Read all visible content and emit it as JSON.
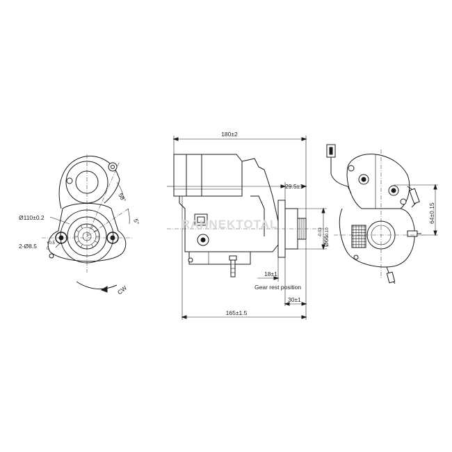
{
  "watermark": "RAHNEKTOTAL",
  "left_view": {
    "dim_flange_diameter": "Ø110±0.2",
    "dim_hole_diameter": "2-Ø8.5",
    "dim_hole_tol_upper": "+0.5",
    "dim_hole_tol_lower": "0",
    "angle_a": "58°",
    "angle_b": "5°",
    "rotation": "CW"
  },
  "side_view": {
    "dim_overall_length": "180±2",
    "dim_flange_offset": "29.5±1",
    "dim_pilot_diameter": "Ø66",
    "dim_pilot_tol_upper": "-0.03",
    "dim_pilot_tol_lower": "-0.10",
    "dim_pinion_rest": "18±1",
    "gear_rest_label": "Gear rest position",
    "dim_pinion_length": "30±1",
    "dim_body_length": "165±1.5"
  },
  "right_view": {
    "dim_height": "64±0.15"
  }
}
